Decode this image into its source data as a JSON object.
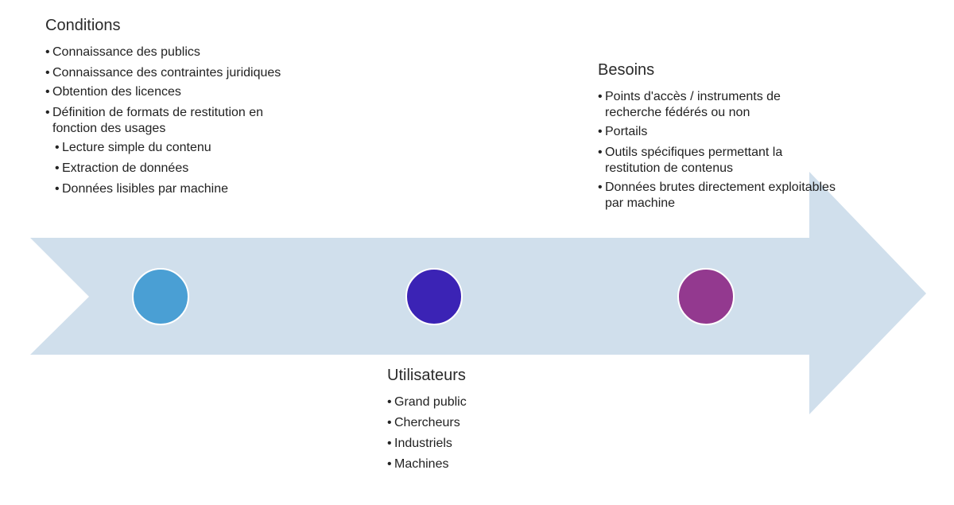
{
  "arrow": {
    "color": "#d0dfec"
  },
  "stages": [
    {
      "name": "conditions",
      "color": "#4a9fd4"
    },
    {
      "name": "utilisateurs",
      "color": "#3b23b5"
    },
    {
      "name": "besoins",
      "color": "#93398f"
    }
  ],
  "conditions": {
    "title": "Conditions",
    "items": [
      "Connaissance des publics",
      "Connaissance des contraintes juridiques",
      "Obtention des licences",
      "Définition de formats de restitution en fonction des usages"
    ],
    "subitems": [
      "Lecture simple du contenu",
      "Extraction de données",
      "Données lisibles par machine"
    ]
  },
  "utilisateurs": {
    "title": "Utilisateurs",
    "items": [
      "Grand public",
      "Chercheurs",
      "Industriels",
      "Machines"
    ]
  },
  "besoins": {
    "title": "Besoins",
    "items": [
      "Points d'accès / instruments de recherche fédérés ou non",
      "Portails",
      "Outils spécifiques permettant la restitution de contenus",
      "Données brutes directement exploitables par machine"
    ]
  }
}
